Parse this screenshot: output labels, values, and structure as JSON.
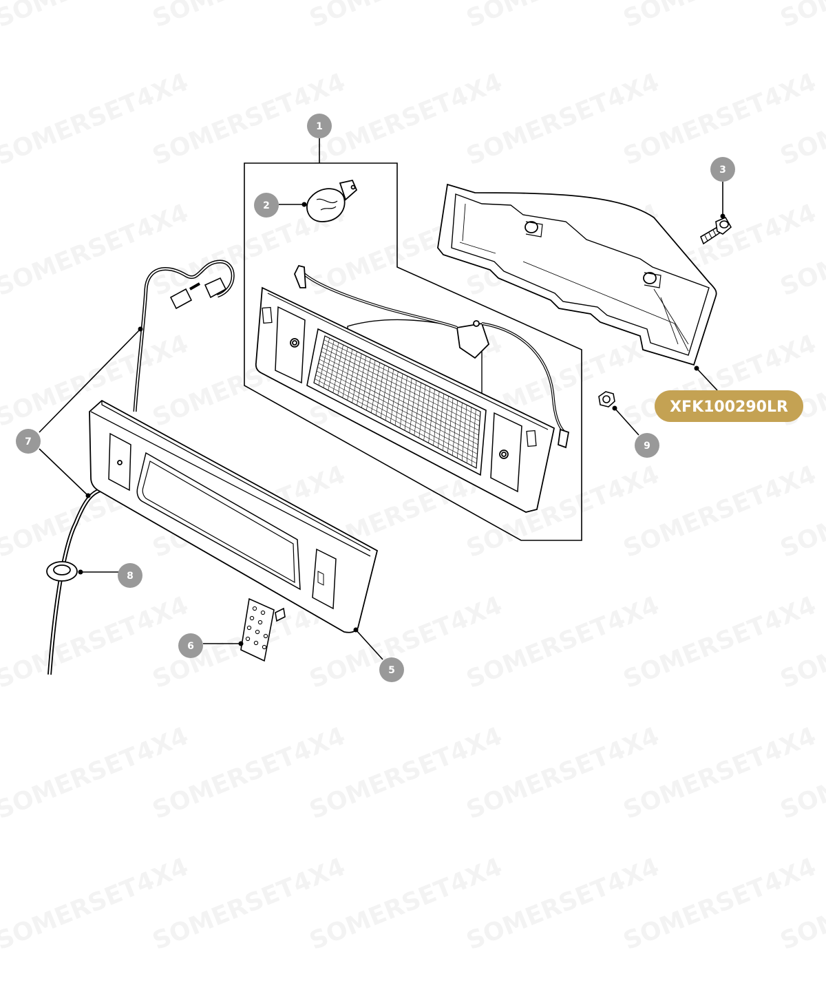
{
  "watermark": "SOMERSET4X4",
  "callouts": [
    "1",
    "2",
    "3",
    "5",
    "6",
    "7",
    "8",
    "9"
  ],
  "part_number": "XFK100290LR",
  "colors": {
    "callout_fill": "#999999",
    "part_badge_fill": "#c4a253",
    "line": "#000000"
  }
}
